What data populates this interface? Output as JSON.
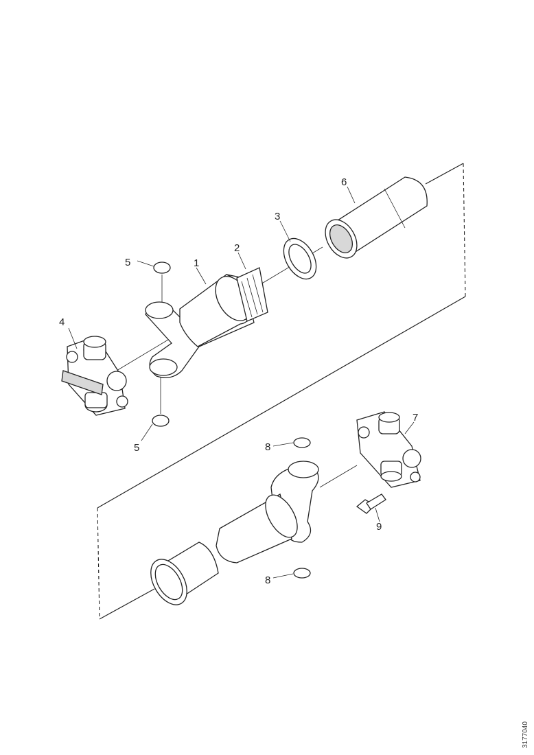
{
  "diagram": {
    "callouts": [
      {
        "id": "label-4",
        "text": "4"
      },
      {
        "id": "label-5-top",
        "text": "5"
      },
      {
        "id": "label-5-bottom",
        "text": "5"
      },
      {
        "id": "label-1",
        "text": "1"
      },
      {
        "id": "label-2",
        "text": "2"
      },
      {
        "id": "label-3",
        "text": "3"
      },
      {
        "id": "label-6",
        "text": "6"
      },
      {
        "id": "label-7",
        "text": "7"
      },
      {
        "id": "label-8-top",
        "text": "8"
      },
      {
        "id": "label-8-bottom",
        "text": "8"
      },
      {
        "id": "label-9",
        "text": "9"
      }
    ],
    "reference_code": "3177040"
  }
}
